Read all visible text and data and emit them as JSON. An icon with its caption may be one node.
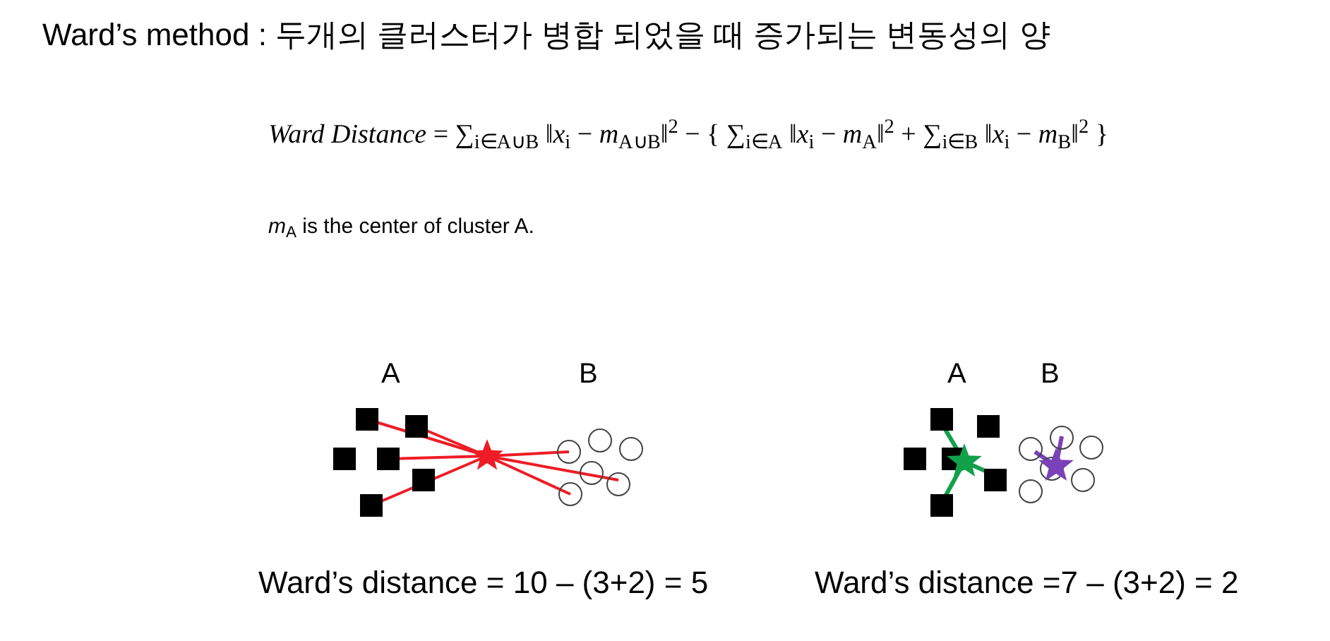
{
  "diagram": {
    "title": "Ward’s method : 두개의 클러스터가 병합 되었을 때 증가되는 변동성의 양",
    "labels": [
      "*Ward Distance* = ∑$_{i∈A∪B}$ ‖*x*$_{i}$ − *m*$_{A∪B}$‖$^{2}$ − { ∑$_{i∈A}$ ‖*x*$_{i}$ − *m*$_{A}$‖$^{2}$ + ∑$_{i∈B}$ ‖*x*$_{i}$ − *m*$_{B}$‖$^{2}$ }",
      "*m*$_{A}$ is the center of cluster A.",
      "A",
      "B",
      "A",
      "B",
      "Ward’s distance = 10 – (3+2) = 5",
      "Ward’s distance =7 – (3+2) = 2"
    ]
  }
}
